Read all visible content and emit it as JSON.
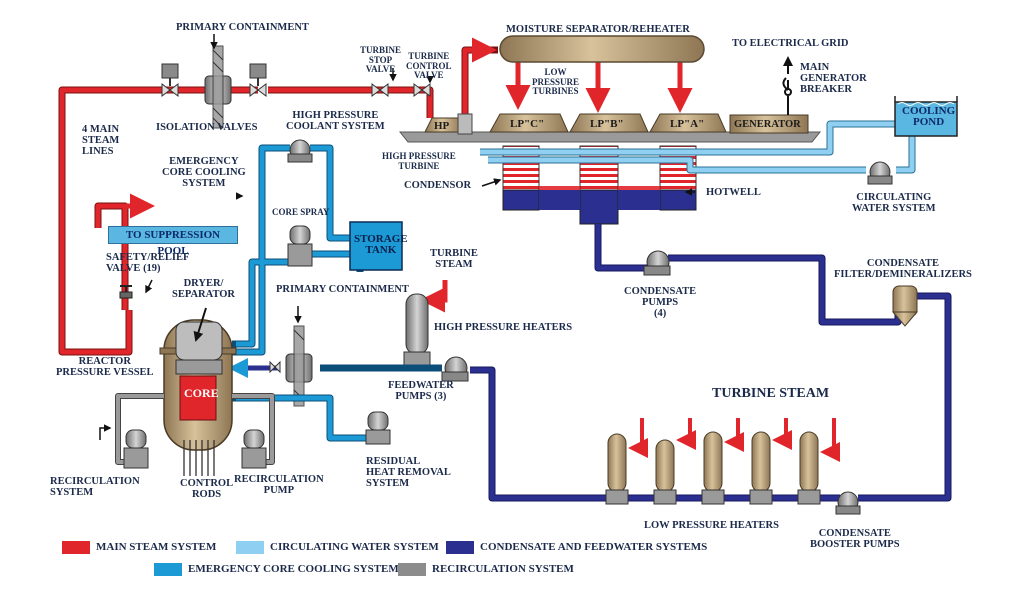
{
  "labels": {
    "primary_containment_top": "PRIMARY CONTAINMENT",
    "isolation_valves": "ISOLATION VALVES",
    "main_steam_lines": "4 MAIN\nSTEAM\nLINES",
    "turbine_stop_valve": "TURBINE\nSTOP\nVALVE",
    "turbine_control_valve": "TURBINE\nCONTROL\nVALVE",
    "moisture_separator": "MOISTURE SEPARATOR/REHEATER",
    "low_pressure_turbines": "LOW\nPRESSURE\nTURBINES",
    "to_grid": "TO ELECTRICAL GRID",
    "main_gen_breaker": "MAIN\nGENERATOR\nBREAKER",
    "cooling_pond": "COOLING\nPOND",
    "hp_coolant": "HIGH PRESSURE\nCOOLANT SYSTEM",
    "hp": "HP",
    "lpc": "LP\"C\"",
    "lpb": "LP\"B\"",
    "lpa": "LP\"A\"",
    "generator": "GENERATOR",
    "hp_turbine": "HIGH PRESSURE\nTURBINE",
    "condensor": "CONDENSOR",
    "hotwell": "HOTWELL",
    "circ_water_system": "CIRCULATING\nWATER SYSTEM",
    "eccs": "EMERGENCY\nCORE COOLING\nSYSTEM",
    "to_suppression_pool": "TO SUPPRESSION POOL",
    "core_spray": "CORE SPRAY",
    "storage_tank": "STORAGE\nTANK",
    "safety_relief": "SAFETY/RELIEF\nVALVE (19)",
    "turbine_steam_small": "TURBINE\nSTEAM",
    "dryer_separator": "DRYER/\nSEPARATOR",
    "primary_containment_mid": "PRIMARY CONTAINMENT",
    "hp_heaters": "HIGH PRESSURE HEATERS",
    "condensate_pumps": "CONDENSATE\nPUMPS\n(4)",
    "condensate_filter": "CONDENSATE\nFILTER/DEMINERALIZERS",
    "reactor_pressure_vessel": "REACTOR\nPRESSURE VESSEL",
    "core": "CORE",
    "feedwater_pumps": "FEEDWATER\nPUMPS (3)",
    "turbine_steam_big": "TURBINE STEAM",
    "recirc_system": "RECIRCULATION\nSYSTEM",
    "control_rods": "CONTROL\nRODS",
    "recirc_pump": "RECIRCULATION\nPUMP",
    "rhr": "RESIDUAL\nHEAT REMOVAL\nSYSTEM",
    "lp_heaters": "LOW PRESSURE HEATERS",
    "condensate_booster": "CONDENSATE\nBOOSTER PUMPS"
  },
  "legend": [
    {
      "label": "MAIN STEAM SYSTEM",
      "color": "#e0262b"
    },
    {
      "label": "CIRCULATING WATER SYSTEM",
      "color": "#8fd0f2"
    },
    {
      "label": "CONDENSATE AND FEEDWATER SYSTEMS",
      "color": "#2b2f8f"
    },
    {
      "label": "EMERGENCY CORE COOLING SYSTEMS",
      "color": "#1c9ad6"
    },
    {
      "label": "RECIRCULATION SYSTEM",
      "color": "#8c8c8c"
    }
  ],
  "colors": {
    "steam": "#e0262b",
    "circ_water": "#8fd0f2",
    "feedwater": "#2b2f8f",
    "eccs": "#1c9ad6",
    "recirc": "#8c8c8c",
    "equipment": "#b8a07a"
  }
}
